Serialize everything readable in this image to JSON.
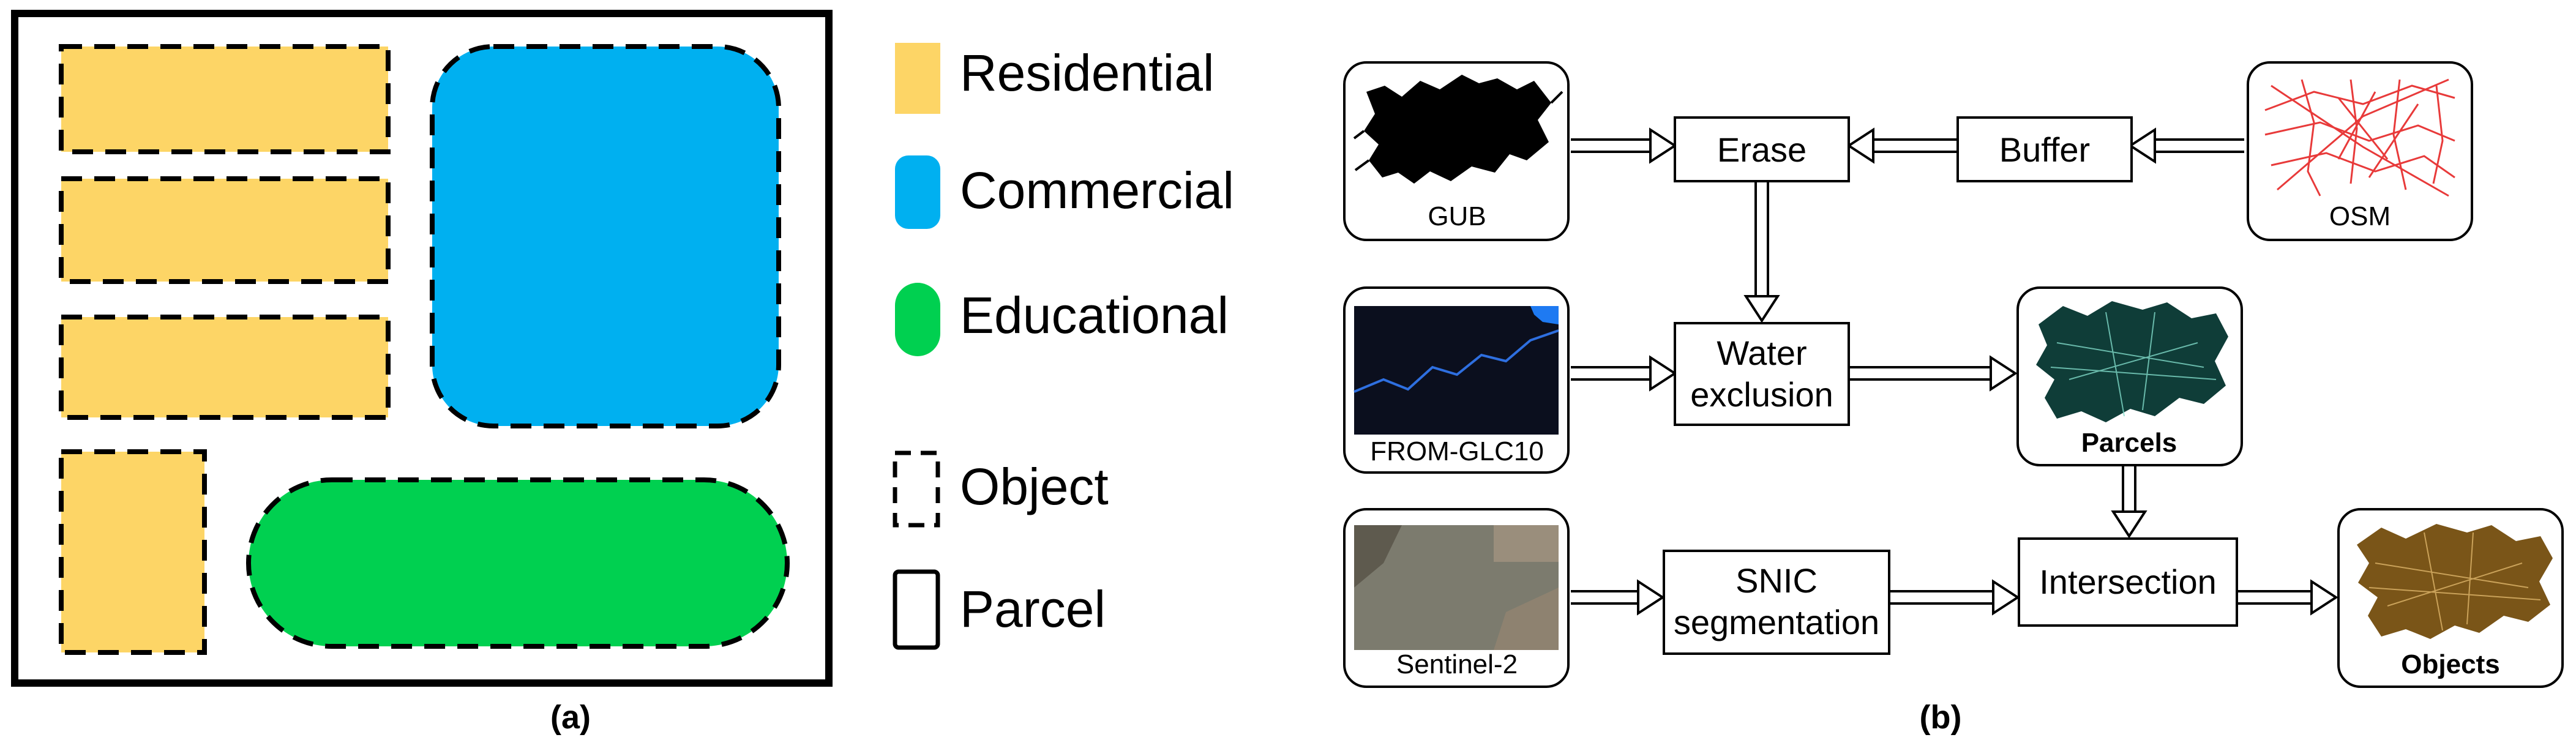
{
  "panel_a": {
    "label": "(a)",
    "legend": [
      {
        "key": "residential",
        "label": "Residential",
        "color": "#FDD566"
      },
      {
        "key": "commercial",
        "label": "Commercial",
        "color": "#00B0F0"
      },
      {
        "key": "educational",
        "label": "Educational",
        "color": "#00D050"
      },
      {
        "key": "object",
        "label": "Object",
        "style": "dashed"
      },
      {
        "key": "parcel",
        "label": "Parcel",
        "style": "solid"
      }
    ]
  },
  "panel_b": {
    "label": "(b)",
    "inputs": {
      "gub": "GUB",
      "osm": "OSM",
      "from_glc10": "FROM-GLC10",
      "sentinel2": "Sentinel-2"
    },
    "steps": {
      "erase": "Erase",
      "buffer": "Buffer",
      "water_exclusion_line1": "Water",
      "water_exclusion_line2": "exclusion",
      "snic_line1": "SNIC",
      "snic_line2": "segmentation",
      "intersection": "Intersection"
    },
    "outputs": {
      "parcels": "Parcels",
      "objects": "Objects"
    }
  }
}
